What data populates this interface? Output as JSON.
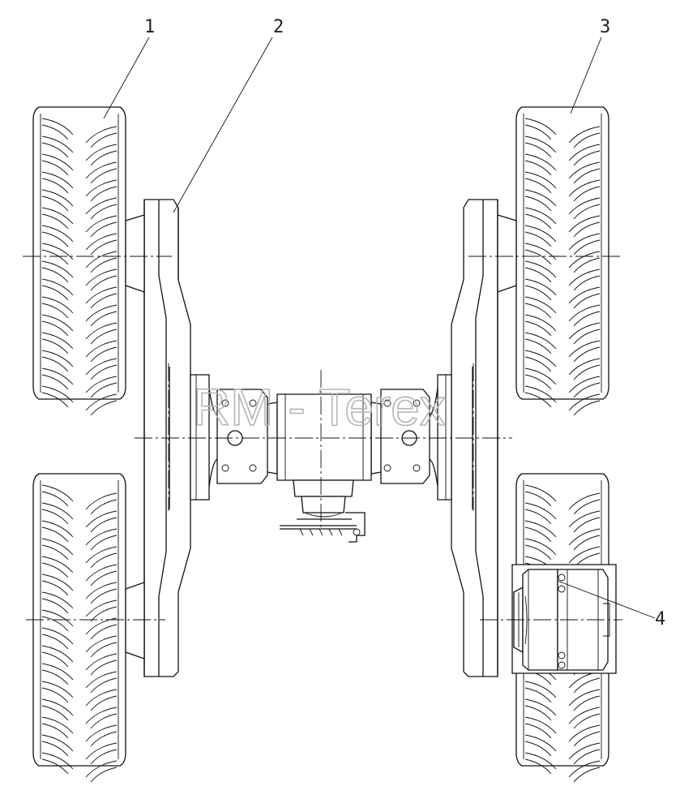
{
  "watermark": "RM - Terex",
  "callouts": [
    {
      "id": "1",
      "label": "1"
    },
    {
      "id": "2",
      "label": "2"
    },
    {
      "id": "3",
      "label": "3"
    },
    {
      "id": "4",
      "label": "4"
    }
  ],
  "colors": {
    "line": "#111111",
    "watermark": "#b5b5b5",
    "background": "#ffffff"
  }
}
